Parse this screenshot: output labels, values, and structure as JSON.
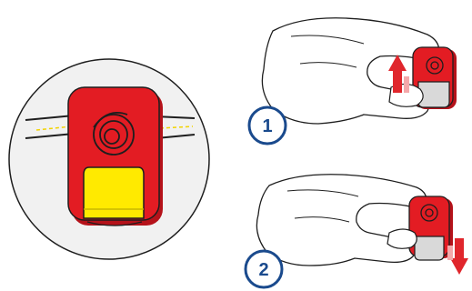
{
  "steps": [
    {
      "number": "1",
      "direction": "up"
    },
    {
      "number": "2",
      "direction": "down"
    }
  ],
  "colors": {
    "device_red": "#e31c23",
    "device_red_dark": "#b5121a",
    "slide_cover_yellow": "#ffea00",
    "slide_cover_grey": "#d9d9d9",
    "arrow_red": "#e0262c",
    "arrow_pink": "#f4a8aa",
    "badge_blue": "#1a4a8d",
    "outline": "#1e1e1e",
    "circle_bg": "#f1f1f1"
  },
  "icons": [
    "webcam-privacy-cover",
    "hand-illustration",
    "up-arrow-icon",
    "down-arrow-icon"
  ]
}
